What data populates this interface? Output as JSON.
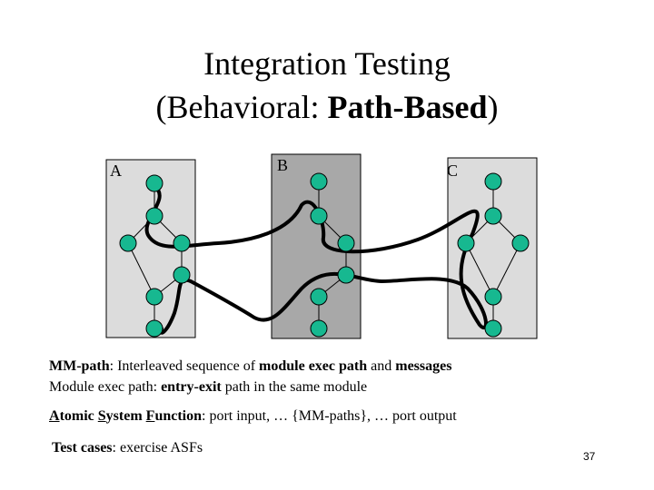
{
  "title": {
    "line1": "Integration Testing",
    "line2_prefix": "(Behavioral: ",
    "line2_bold": "Path-Based",
    "line2_suffix": ")"
  },
  "modules": {
    "a": "A",
    "b": "B",
    "c": "C"
  },
  "captions": {
    "mm_path": {
      "term": "MM-path",
      "text1": ": Interleaved sequence of ",
      "bold1": "module exec path",
      "text2": " and ",
      "bold2": "messages"
    },
    "module_exec": {
      "text1": "Module exec path: ",
      "bold1": "entry-exit",
      "text2": " path in the same module"
    },
    "asf": {
      "w1_initial": "A",
      "w1_rest": "tomic",
      "w2_initial": "S",
      "w2_rest": "ystem",
      "w3_initial": "F",
      "w3_rest": "unction",
      "text": ": port input, … {MM-paths}, … port output"
    },
    "test_cases": {
      "bold": "Test cases",
      "text": ": exercise ASFs"
    }
  },
  "page_number": "37",
  "colors": {
    "node_fill": "#17b890",
    "module_a_fill": "#dcdcdc",
    "module_b_fill": "#a8a8a8",
    "module_c_fill": "#dcdcdc",
    "path_stroke": "#000000"
  }
}
